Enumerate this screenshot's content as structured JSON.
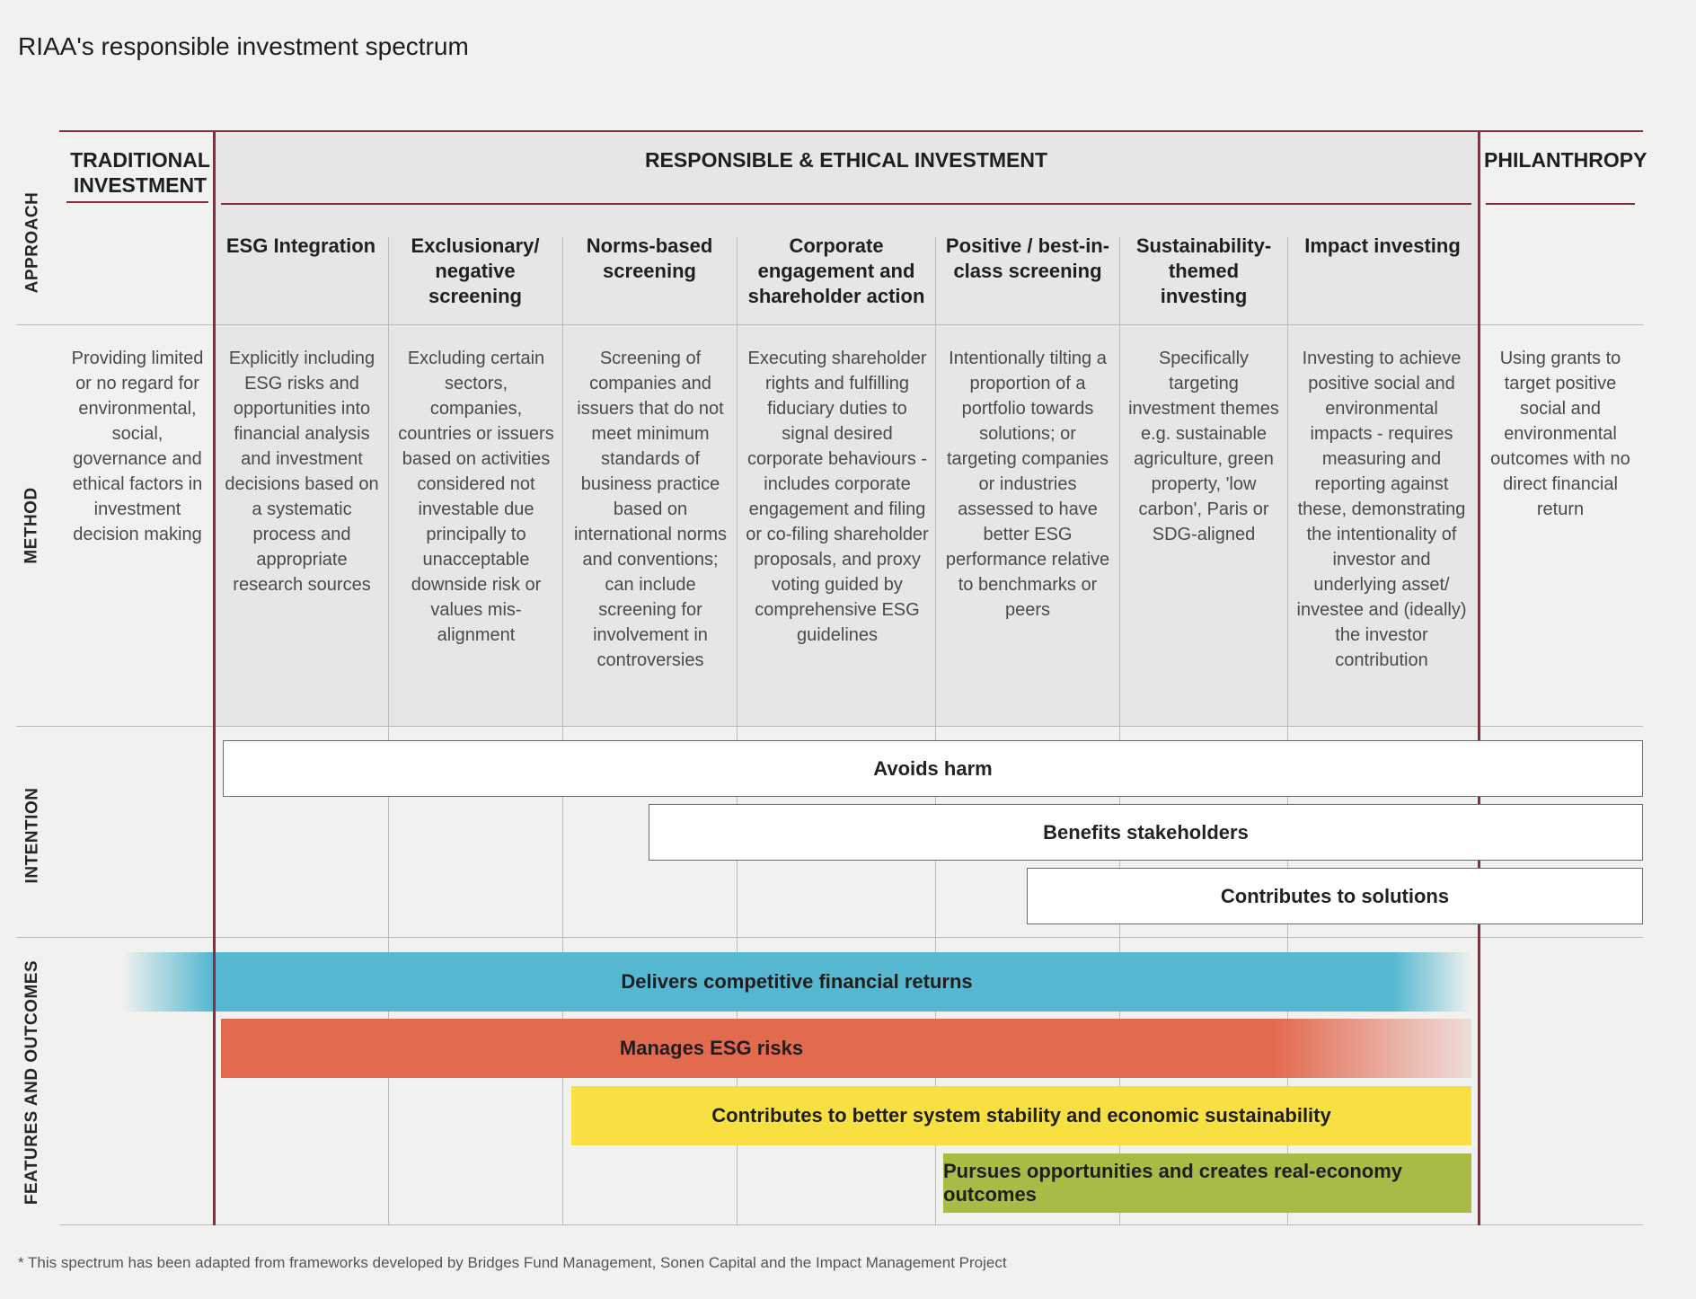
{
  "title": "RIAA's responsible investment spectrum",
  "row_labels": {
    "approach": "APPROACH",
    "method": "METHOD",
    "intention": "INTENTION",
    "features": "FEATURES AND OUTCOMES"
  },
  "headers": {
    "traditional": "TRADITIONAL INVESTMENT",
    "responsible": "RESPONSIBLE & ETHICAL INVESTMENT",
    "philanthropy": "PHILANTHROPY"
  },
  "approaches": [
    "ESG Integration",
    "Exclusionary/ negative screening",
    "Norms-based screening",
    "Corporate engagement and shareholder action",
    "Positive / best-in-class screening",
    "Sustainability-themed investing",
    "Impact investing"
  ],
  "methods": {
    "traditional": "Providing limited or no regard for environmental, social, governance and ethical factors in investment decision making",
    "responsible": [
      "Explicitly including ESG risks and opportunities into financial analysis and investment decisions based on a systematic process and appropriate research sources",
      "Excluding certain sectors, companies, countries or issuers based on activities considered not investable due principally to unacceptable downside risk or values mis-alignment",
      "Screening of companies and issuers that do not meet minimum standards of business practice based on international norms and conventions; can include screening for involvement in controversies",
      "Executing shareholder rights and fulfilling fiduciary duties to signal desired corporate behaviours - includes corporate engagement and filing or co-filing shareholder proposals, and proxy voting guided by comprehensive ESG guidelines",
      "Intentionally tilting a proportion of a portfolio towards solutions; or targeting companies or industries assessed to have better ESG performance relative to benchmarks or peers",
      "Specifically targeting investment themes e.g. sustainable agriculture, green property, 'low carbon', Paris or SDG-aligned",
      "Investing to achieve positive social and environmental impacts - requires measuring and reporting against these, demonstrating the intentionality of investor and underlying asset/ investee and (ideally) the investor contribution"
    ],
    "philanthropy": "Using grants to target positive social and environmental outcomes with no direct financial return"
  },
  "intentions": [
    "Avoids harm",
    "Benefits stakeholders",
    "Contributes to solutions"
  ],
  "features": [
    {
      "label": "Delivers competitive financial returns",
      "color": "#55b8d0"
    },
    {
      "label": "Manages ESG risks",
      "color": "#e26a4f"
    },
    {
      "label": "Contributes to better system stability and economic sustainability",
      "color": "#f8df42"
    },
    {
      "label": "Pursues opportunities and creates real-economy outcomes",
      "color": "#a9bb46"
    }
  ],
  "footnote": "* This spectrum has been adapted from frameworks developed by Bridges Fund Management, Sonen Capital and the Impact Management Project"
}
